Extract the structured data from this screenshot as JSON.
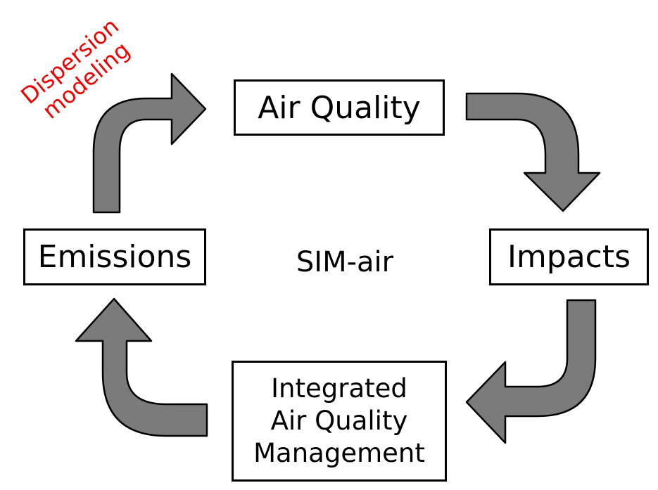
{
  "nodes": {
    "air_quality": "Air Quality",
    "emissions": "Emissions",
    "impacts": "Impacts",
    "iaqm": [
      "Integrated",
      "Air Quality",
      "Management"
    ]
  },
  "center_label": "SIM-air",
  "annotation": {
    "line1": "Dispersion",
    "line2": "modeling",
    "color": "#ee0000"
  },
  "arrow_fill": "#7b7b7b"
}
